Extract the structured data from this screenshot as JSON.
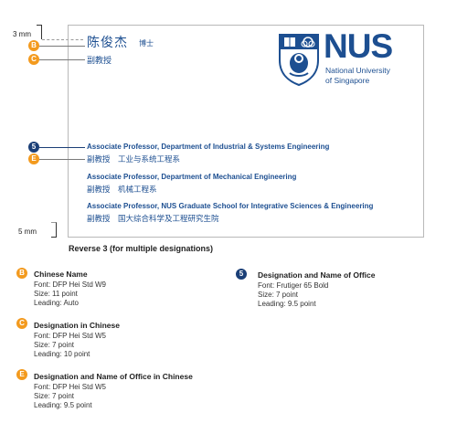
{
  "margins": {
    "top_label": "3 mm",
    "bottom_label": "5 mm"
  },
  "card": {
    "name_cn": "陈俊杰",
    "title_cn": "博士",
    "designation_cn": "副教授",
    "logo": {
      "wordmark": "NUS",
      "line1": "National University",
      "line2": "of Singapore"
    },
    "designations": [
      {
        "en": "Associate Professor, Department of Industrial & Systems Engineering",
        "cn": "副教授　工业与系统工程系"
      },
      {
        "en": "Associate Professor, Department of Mechanical Engineering",
        "cn": "副教授　机械工程系"
      },
      {
        "en": "Associate Professor, NUS Graduate School for Integrative Sciences & Engineering",
        "cn": "副教授　国大综合科学及工程研究生院"
      }
    ]
  },
  "caption": "Reverse 3 (for multiple designations)",
  "markers": {
    "b": "B",
    "c": "C",
    "five": "5",
    "e": "E"
  },
  "notes": {
    "b": {
      "title": "Chinese Name",
      "lines": [
        "Font: DFP Hei Std W9",
        "Size: 11 point",
        "Leading: Auto"
      ]
    },
    "c": {
      "title": "Designation in Chinese",
      "lines": [
        "Font: DFP Hei Std W5",
        "Size: 7 point",
        "Leading: 10 point"
      ]
    },
    "e": {
      "title": "Designation and Name of Office in Chinese",
      "lines": [
        "Font: DFP Hei Std W5",
        "Size: 7 point",
        "Leading: 9.5 point"
      ]
    },
    "five": {
      "title": "Designation and Name of Office",
      "lines": [
        "Font: Frutiger 65  Bold",
        "Size: 7 point",
        "Leading: 9.5 point"
      ]
    }
  },
  "colors": {
    "navy": "#1d4f91",
    "orange": "#f39a1e",
    "border": "#b9b9b9"
  }
}
